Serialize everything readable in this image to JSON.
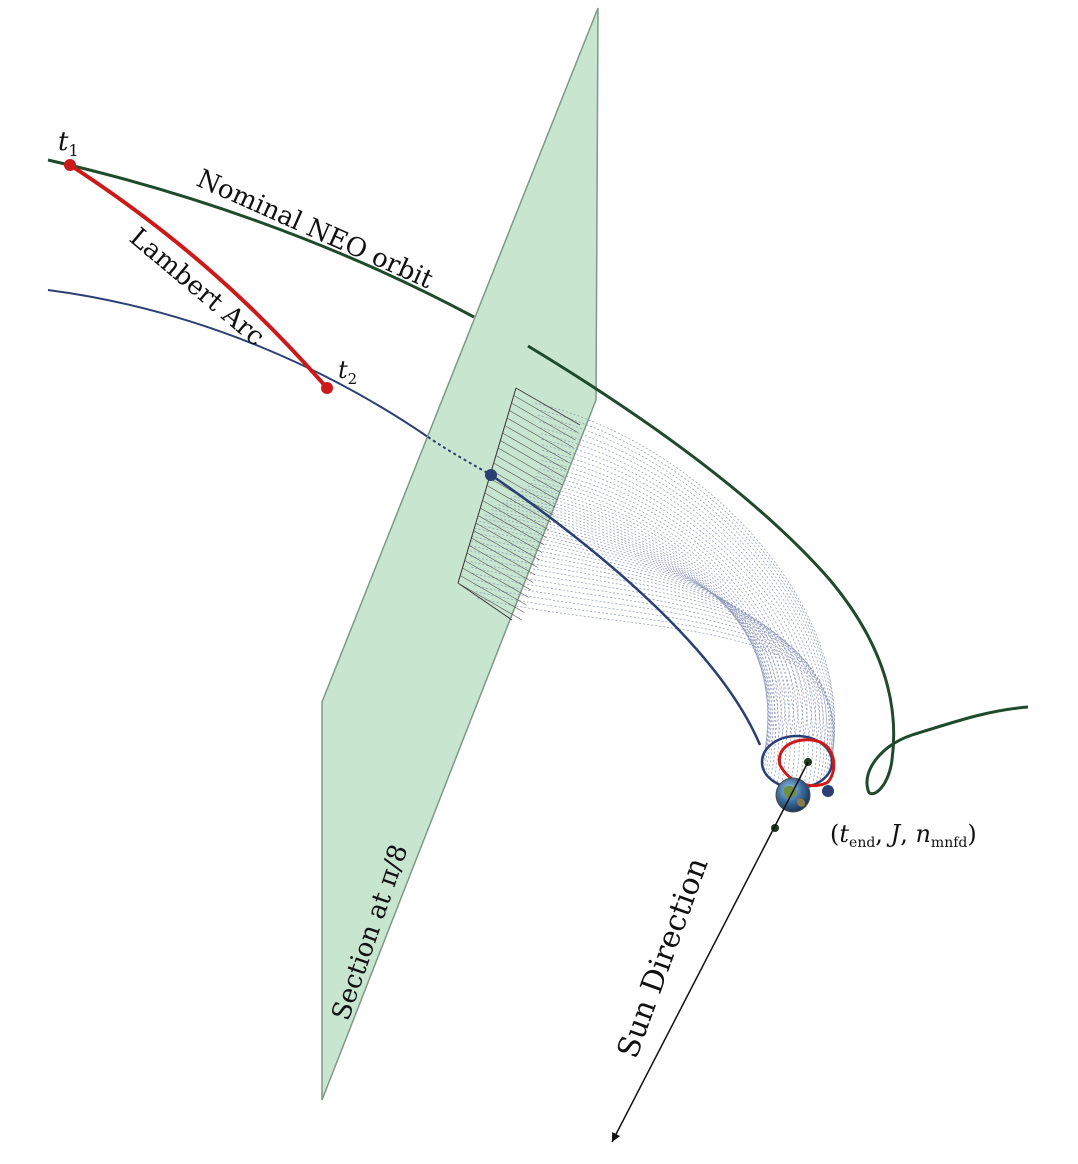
{
  "labels": {
    "t1_base": "t",
    "t1_sub": "1",
    "t2_base": "t",
    "t2_sub": "2",
    "nominal_orbit": "Nominal NEO orbit",
    "lambert_arc": "Lambert Arc",
    "section": "Section at π/8",
    "sun_direction": "Sun Direction",
    "endpoint": {
      "open": "(",
      "t": "t",
      "t_sub": "end",
      "sep1": ", ",
      "j": "J",
      "sep2": ", ",
      "n": "n",
      "n_sub": "mnfd",
      "close": ")"
    }
  },
  "colors": {
    "nominal_orbit": "#1f4a2c",
    "lambert_arc": "#cc1a1a",
    "transfer_orbit": "#2b3f73",
    "manifold_tube": "#8c96b8",
    "section_plane": "#c5e4cc",
    "section_edge": "#7e9a85",
    "earth": "#3c6e9e"
  },
  "icons": {
    "earth": "earth-icon",
    "sun_arrow": "arrow-icon"
  }
}
